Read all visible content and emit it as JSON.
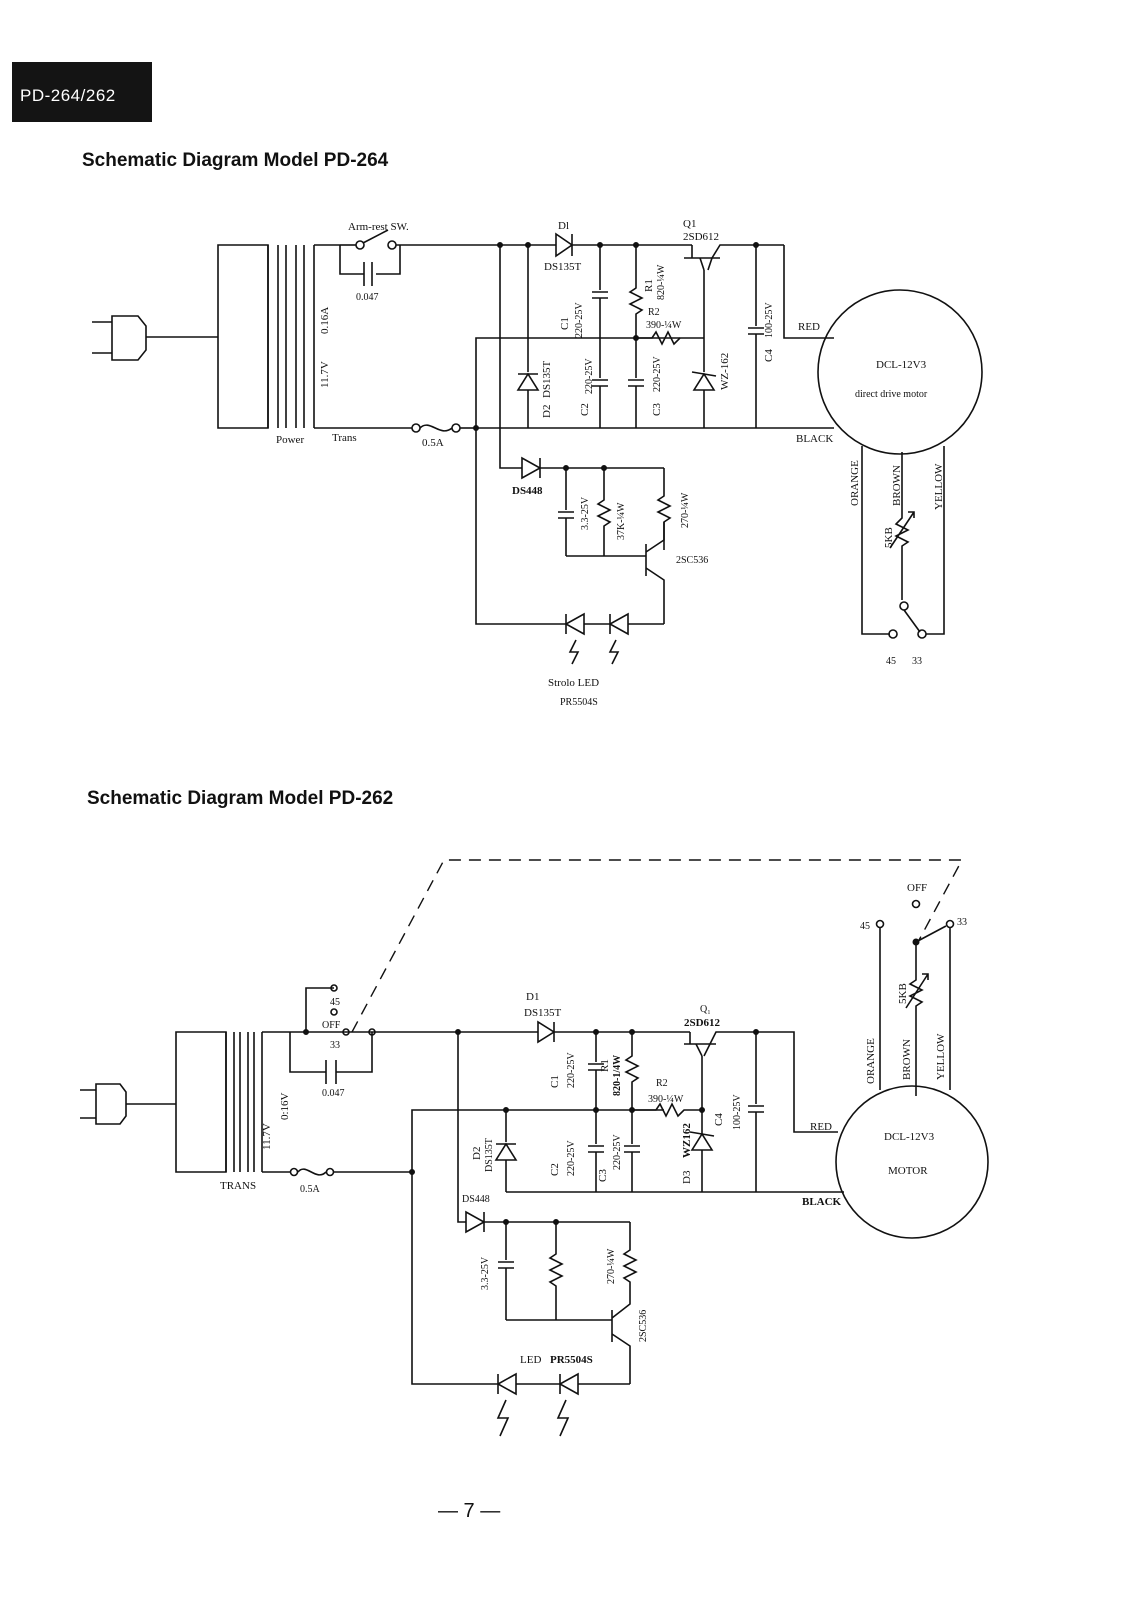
{
  "header": {
    "model_label": "PD-264/262"
  },
  "diagram_pd264": {
    "title": "Schematic Diagram Model PD-264",
    "labels": {
      "armrest_switch": "Arm-rest SW.",
      "cap_047": "0.047",
      "trans_016a": "0.16A",
      "trans_117v": "11.7V",
      "power": "Power",
      "trans": "Trans",
      "fuse": "0.5A",
      "d1": "Dl",
      "d1_part": "DS135T",
      "q1": "Q1",
      "q1_part": "2SD612",
      "c1": "C1",
      "c1_val": "220-25V",
      "r1": "R1",
      "r1_val": "820-¼W",
      "r2": "R2",
      "r2_val": "390-¼W",
      "c2": "C2",
      "c2_val": "220-25V",
      "c3": "C3",
      "c3_val": "220-25V",
      "d2": "D2",
      "d2_part": "DS135T",
      "zener": "WZ-162",
      "c4": "C4",
      "c4_val": "100-25V",
      "red": "RED",
      "black": "BLACK",
      "motor": "DCL-12V3",
      "motor_desc": "direct drive motor",
      "orange": "ORANGE",
      "brown": "BROWN",
      "yellow": "YELLOW",
      "pot": "5KB",
      "pos_45": "45",
      "pos_33": "33",
      "ds448": "DS448",
      "cap_33": "3.3-25V",
      "r_37k": "37K-¼W",
      "r_270": "270-¼W",
      "transistor": "2SC536",
      "strolo_led": "Strolo  LED",
      "led_part": "PR5504S"
    }
  },
  "diagram_pd262": {
    "title": "Schematic Diagram Model PD-262",
    "labels": {
      "off_top": "OFF",
      "pos_45_top": "45",
      "pos_33_top": "33",
      "pot": "5KB",
      "orange": "ORANGE",
      "brown": "BROWN",
      "yellow": "YELLOW",
      "sw_45": "45",
      "sw_off": "OFF",
      "sw_33": "33",
      "cap_047": "0.047",
      "trans_016v": "0:16V",
      "trans_117v": "11.7V",
      "trans": "TRANS",
      "fuse": "0.5A",
      "d1": "D1",
      "d1_part": "DS135T",
      "q1": "Q₁",
      "q1_part": "2SD612",
      "c1": "C1",
      "c1_val": "220-25V",
      "r1": "R1",
      "r1_val": "820-1/4W",
      "r2": "R2",
      "r2_val": "390-¼W",
      "c4": "C4",
      "c4_val": "100-25V",
      "d2": "D2",
      "d2_part": "DS135T",
      "c2": "C2",
      "c2_val": "220-25V",
      "c3": "C3",
      "c3_val": "220-25V",
      "d3": "D3",
      "zener": "WZ162",
      "red": "RED",
      "black": "BLACK",
      "motor": "DCL-12V3",
      "motor_desc": "MOTOR",
      "ds448": "DS448",
      "cap_33": "3.3-25V",
      "r_270": "270-¼W",
      "transistor": "2SC536",
      "led": "LED",
      "led_part": "PR5504S"
    }
  },
  "footer": {
    "page_number": "— 7 —"
  }
}
